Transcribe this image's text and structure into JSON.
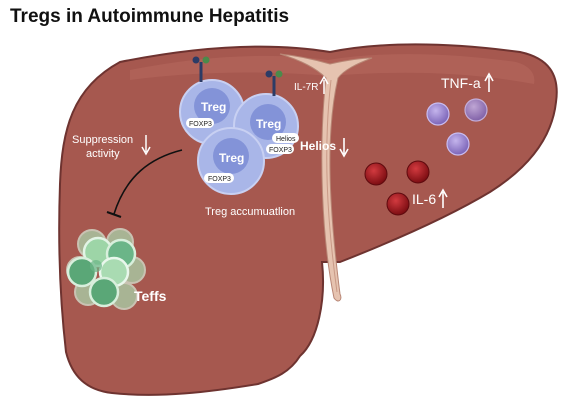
{
  "title": "Tregs in Autoimmune Hepatitis",
  "labels": {
    "suppression_line1": "Suppression",
    "suppression_line2": "activity",
    "il7r": "IL-7R",
    "helios": "Helios",
    "tnf": "TNF-a",
    "il6": "IL-6",
    "treg_accum": "Treg accumuatlion",
    "teffs": "Teffs",
    "treg": "Treg",
    "foxp3": "FOXP3",
    "helios_tag": "Helios"
  },
  "colors": {
    "liver": "#a6584f",
    "liver_outline": "#6e3330",
    "ligament": "#e6c3b0",
    "treg_outer": "#a9b6e8",
    "treg_inner": "#8393d8",
    "tnf_dot": "#9b86d2",
    "il6_dot": "#a3171e",
    "teff_dark": "#5aa777",
    "teff_light": "#a9dbb2"
  },
  "icons": [
    "arrow-up-icon",
    "arrow-down-icon",
    "inhibition-arrow-icon",
    "receptor-icon"
  ]
}
